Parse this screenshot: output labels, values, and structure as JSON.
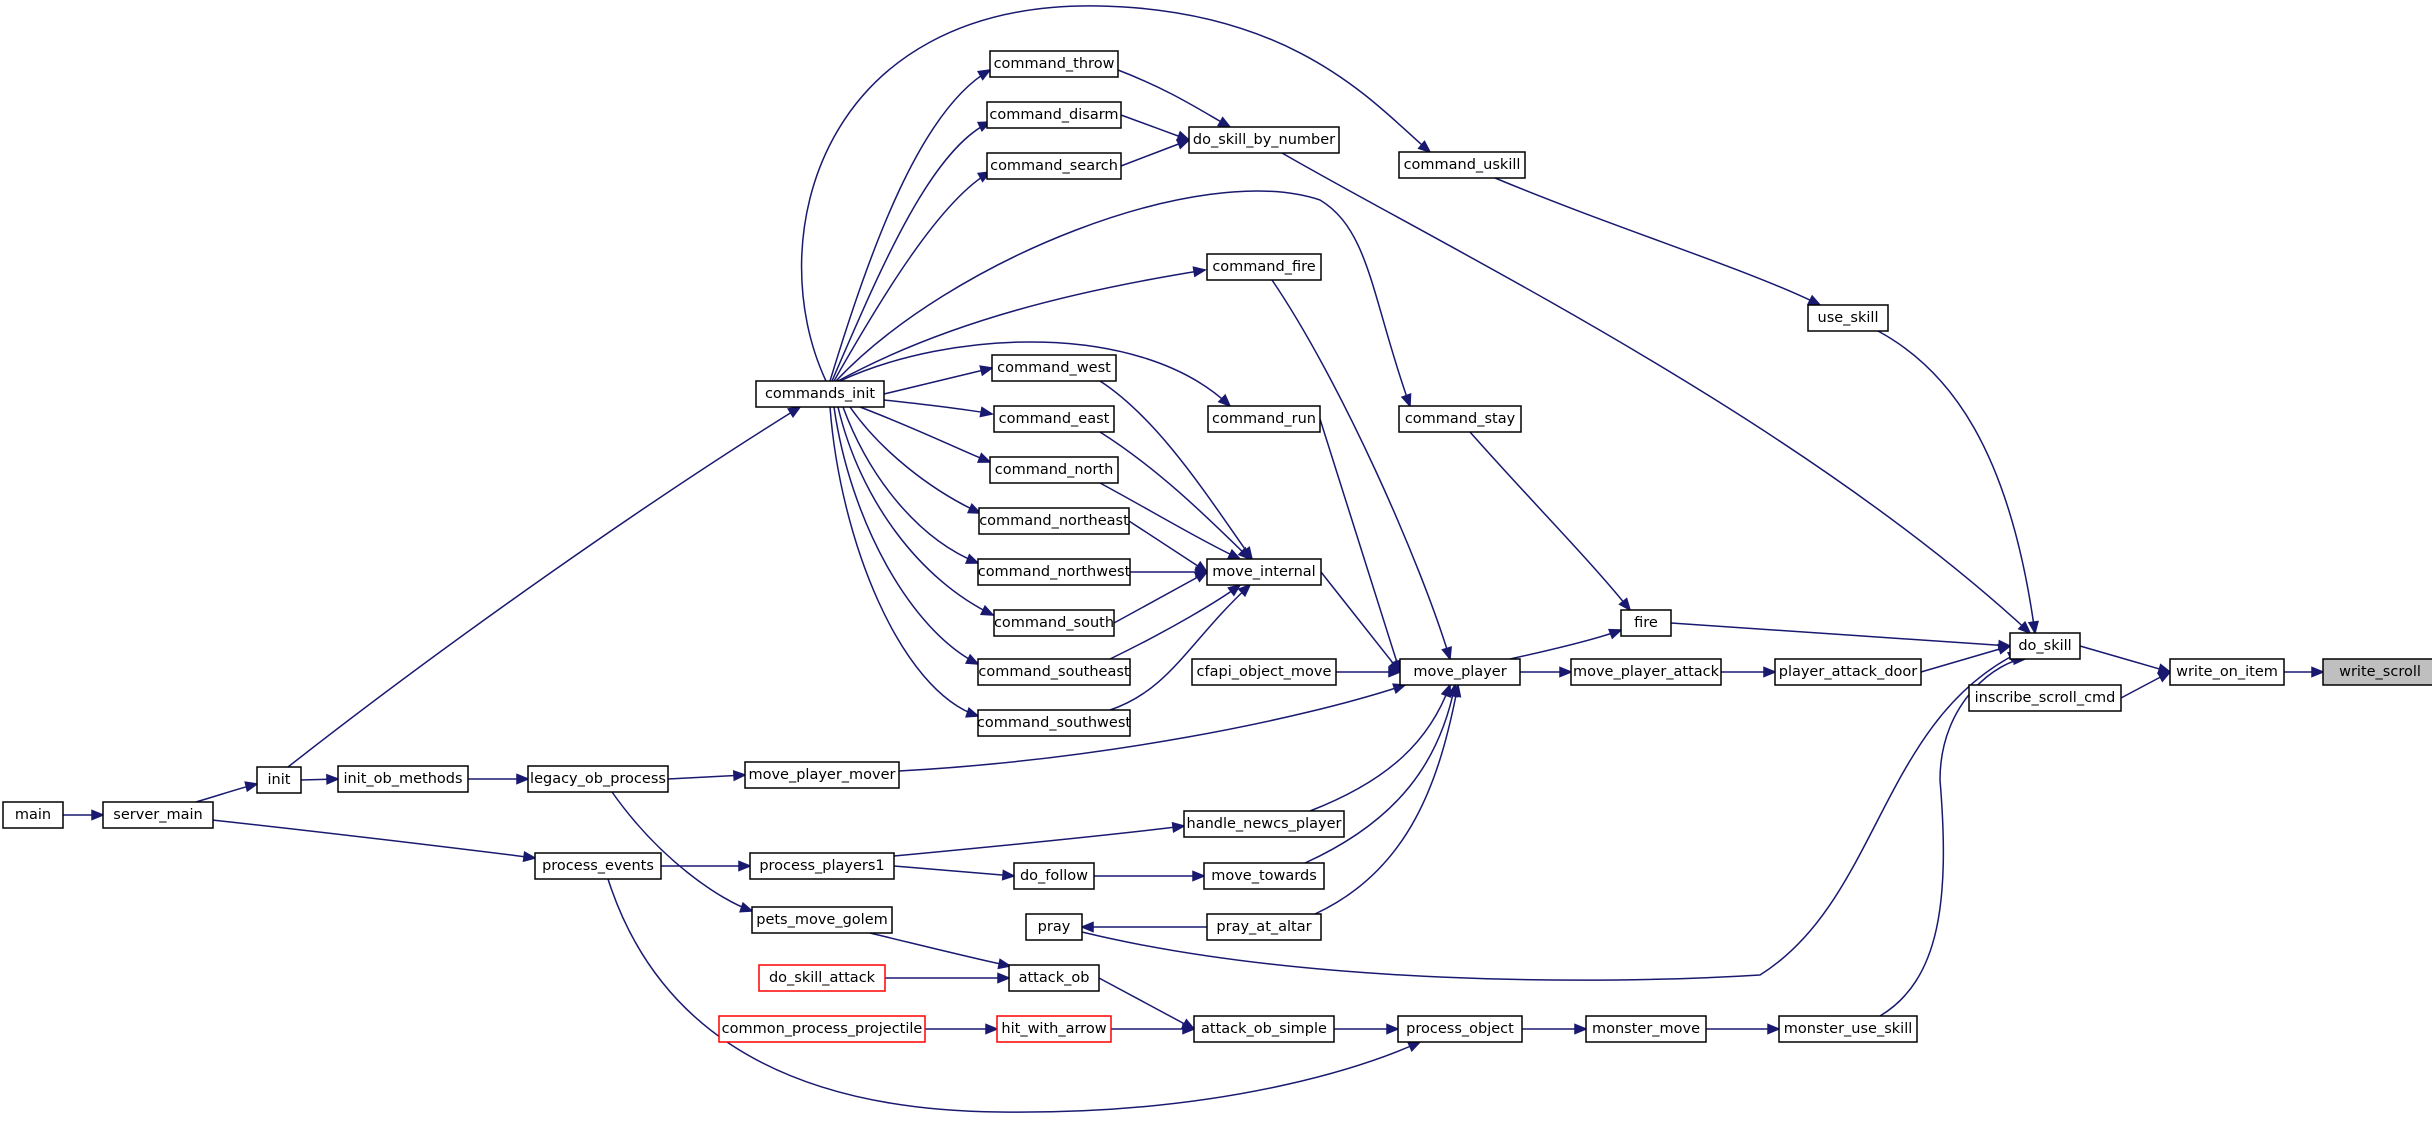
{
  "diagram": {
    "title": "",
    "nodes": [
      {
        "id": "write_scroll",
        "label": "write_scroll",
        "style": "target"
      },
      {
        "id": "write_on_item",
        "label": "write_on_item",
        "style": "normal"
      },
      {
        "id": "do_skill",
        "label": "do_skill",
        "style": "normal"
      },
      {
        "id": "inscribe_scroll_cmd",
        "label": "inscribe_scroll_cmd",
        "style": "normal"
      },
      {
        "id": "use_skill",
        "label": "use_skill",
        "style": "normal"
      },
      {
        "id": "command_uskill",
        "label": "command_uskill",
        "style": "normal"
      },
      {
        "id": "do_skill_by_number",
        "label": "do_skill_by_number",
        "style": "normal"
      },
      {
        "id": "command_throw",
        "label": "command_throw",
        "style": "normal"
      },
      {
        "id": "command_disarm",
        "label": "command_disarm",
        "style": "normal"
      },
      {
        "id": "command_search",
        "label": "command_search",
        "style": "normal"
      },
      {
        "id": "commands_init",
        "label": "commands_init",
        "style": "normal"
      },
      {
        "id": "command_fire",
        "label": "command_fire",
        "style": "normal"
      },
      {
        "id": "command_west",
        "label": "command_west",
        "style": "normal"
      },
      {
        "id": "command_run",
        "label": "command_run",
        "style": "normal"
      },
      {
        "id": "command_stay",
        "label": "command_stay",
        "style": "normal"
      },
      {
        "id": "command_east",
        "label": "command_east",
        "style": "normal"
      },
      {
        "id": "command_north",
        "label": "command_north",
        "style": "normal"
      },
      {
        "id": "command_northeast",
        "label": "command_northeast",
        "style": "normal"
      },
      {
        "id": "command_northwest",
        "label": "command_northwest",
        "style": "normal"
      },
      {
        "id": "move_internal",
        "label": "move_internal",
        "style": "normal"
      },
      {
        "id": "command_south",
        "label": "command_south",
        "style": "normal"
      },
      {
        "id": "command_southeast",
        "label": "command_southeast",
        "style": "normal"
      },
      {
        "id": "command_southwest",
        "label": "command_southwest",
        "style": "normal"
      },
      {
        "id": "fire",
        "label": "fire",
        "style": "normal"
      },
      {
        "id": "cfapi_object_move",
        "label": "cfapi_object_move",
        "style": "normal"
      },
      {
        "id": "move_player",
        "label": "move_player",
        "style": "normal"
      },
      {
        "id": "move_player_attack",
        "label": "move_player_attack",
        "style": "normal"
      },
      {
        "id": "player_attack_door",
        "label": "player_attack_door",
        "style": "normal"
      },
      {
        "id": "main",
        "label": "main",
        "style": "normal"
      },
      {
        "id": "server_main",
        "label": "server_main",
        "style": "normal"
      },
      {
        "id": "init",
        "label": "init",
        "style": "normal"
      },
      {
        "id": "init_ob_methods",
        "label": "init_ob_methods",
        "style": "normal"
      },
      {
        "id": "legacy_ob_process",
        "label": "legacy_ob_process",
        "style": "normal"
      },
      {
        "id": "move_player_mover",
        "label": "move_player_mover",
        "style": "normal"
      },
      {
        "id": "handle_newcs_player",
        "label": "handle_newcs_player",
        "style": "normal"
      },
      {
        "id": "process_events",
        "label": "process_events",
        "style": "normal"
      },
      {
        "id": "process_players1",
        "label": "process_players1",
        "style": "normal"
      },
      {
        "id": "do_follow",
        "label": "do_follow",
        "style": "normal"
      },
      {
        "id": "move_towards",
        "label": "move_towards",
        "style": "normal"
      },
      {
        "id": "pets_move_golem",
        "label": "pets_move_golem",
        "style": "normal"
      },
      {
        "id": "pray",
        "label": "pray",
        "style": "normal"
      },
      {
        "id": "pray_at_altar",
        "label": "pray_at_altar",
        "style": "normal"
      },
      {
        "id": "do_skill_attack",
        "label": "do_skill_attack",
        "style": "red"
      },
      {
        "id": "attack_ob",
        "label": "attack_ob",
        "style": "normal"
      },
      {
        "id": "common_process_projectile",
        "label": "common_process_projectile",
        "style": "red"
      },
      {
        "id": "hit_with_arrow",
        "label": "hit_with_arrow",
        "style": "red"
      },
      {
        "id": "attack_ob_simple",
        "label": "attack_ob_simple",
        "style": "normal"
      },
      {
        "id": "process_object",
        "label": "process_object",
        "style": "normal"
      },
      {
        "id": "monster_move",
        "label": "monster_move",
        "style": "normal"
      },
      {
        "id": "monster_use_skill",
        "label": "monster_use_skill",
        "style": "normal"
      }
    ],
    "edges": [
      {
        "from": "write_on_item",
        "to": "write_scroll"
      },
      {
        "from": "do_skill",
        "to": "write_on_item"
      },
      {
        "from": "inscribe_scroll_cmd",
        "to": "write_on_item"
      },
      {
        "from": "use_skill",
        "to": "do_skill"
      },
      {
        "from": "do_skill_by_number",
        "to": "do_skill"
      },
      {
        "from": "fire",
        "to": "do_skill"
      },
      {
        "from": "player_attack_door",
        "to": "do_skill"
      },
      {
        "from": "pray",
        "to": "do_skill"
      },
      {
        "from": "monster_use_skill",
        "to": "do_skill"
      },
      {
        "from": "command_uskill",
        "to": "use_skill"
      },
      {
        "from": "command_throw",
        "to": "do_skill_by_number"
      },
      {
        "from": "command_disarm",
        "to": "do_skill_by_number"
      },
      {
        "from": "command_search",
        "to": "do_skill_by_number"
      },
      {
        "from": "commands_init",
        "to": "command_throw"
      },
      {
        "from": "commands_init",
        "to": "command_disarm"
      },
      {
        "from": "commands_init",
        "to": "command_search"
      },
      {
        "from": "commands_init",
        "to": "command_uskill"
      },
      {
        "from": "commands_init",
        "to": "command_fire"
      },
      {
        "from": "commands_init",
        "to": "command_stay"
      },
      {
        "from": "commands_init",
        "to": "command_run"
      },
      {
        "from": "commands_init",
        "to": "command_west"
      },
      {
        "from": "commands_init",
        "to": "command_east"
      },
      {
        "from": "commands_init",
        "to": "command_north"
      },
      {
        "from": "commands_init",
        "to": "command_northeast"
      },
      {
        "from": "commands_init",
        "to": "command_northwest"
      },
      {
        "from": "commands_init",
        "to": "command_south"
      },
      {
        "from": "commands_init",
        "to": "command_southeast"
      },
      {
        "from": "commands_init",
        "to": "command_southwest"
      },
      {
        "from": "command_west",
        "to": "move_internal"
      },
      {
        "from": "command_east",
        "to": "move_internal"
      },
      {
        "from": "command_north",
        "to": "move_internal"
      },
      {
        "from": "command_northeast",
        "to": "move_internal"
      },
      {
        "from": "command_northwest",
        "to": "move_internal"
      },
      {
        "from": "command_south",
        "to": "move_internal"
      },
      {
        "from": "command_southeast",
        "to": "move_internal"
      },
      {
        "from": "command_southwest",
        "to": "move_internal"
      },
      {
        "from": "command_fire",
        "to": "move_player"
      },
      {
        "from": "command_run",
        "to": "move_player"
      },
      {
        "from": "move_internal",
        "to": "move_player"
      },
      {
        "from": "cfapi_object_move",
        "to": "move_player"
      },
      {
        "from": "move_player_mover",
        "to": "move_player"
      },
      {
        "from": "handle_newcs_player",
        "to": "move_player"
      },
      {
        "from": "move_towards",
        "to": "move_player"
      },
      {
        "from": "pray_at_altar",
        "to": "move_player"
      },
      {
        "from": "command_stay",
        "to": "fire"
      },
      {
        "from": "move_player",
        "to": "fire"
      },
      {
        "from": "move_player",
        "to": "move_player_attack"
      },
      {
        "from": "move_player_attack",
        "to": "player_attack_door"
      },
      {
        "from": "main",
        "to": "server_main"
      },
      {
        "from": "server_main",
        "to": "init"
      },
      {
        "from": "server_main",
        "to": "process_events"
      },
      {
        "from": "init",
        "to": "commands_init"
      },
      {
        "from": "init",
        "to": "init_ob_methods"
      },
      {
        "from": "init_ob_methods",
        "to": "legacy_ob_process"
      },
      {
        "from": "legacy_ob_process",
        "to": "move_player_mover"
      },
      {
        "from": "legacy_ob_process",
        "to": "pets_move_golem"
      },
      {
        "from": "process_events",
        "to": "process_players1"
      },
      {
        "from": "process_events",
        "to": "process_object"
      },
      {
        "from": "process_players1",
        "to": "handle_newcs_player"
      },
      {
        "from": "process_players1",
        "to": "do_follow"
      },
      {
        "from": "do_follow",
        "to": "move_towards"
      },
      {
        "from": "pray_at_altar",
        "to": "pray"
      },
      {
        "from": "pets_move_golem",
        "to": "attack_ob"
      },
      {
        "from": "do_skill_attack",
        "to": "attack_ob"
      },
      {
        "from": "attack_ob",
        "to": "attack_ob_simple"
      },
      {
        "from": "common_process_projectile",
        "to": "hit_with_arrow"
      },
      {
        "from": "hit_with_arrow",
        "to": "attack_ob_simple"
      },
      {
        "from": "attack_ob_simple",
        "to": "process_object"
      },
      {
        "from": "process_object",
        "to": "monster_move"
      },
      {
        "from": "monster_move",
        "to": "monster_use_skill"
      }
    ],
    "colors": {
      "edge": "#191970",
      "node_border": "#000000",
      "node_fill": "#ffffff",
      "highlight_fill": "#bfbfbf",
      "incomplete_border": "#ff0000"
    }
  }
}
